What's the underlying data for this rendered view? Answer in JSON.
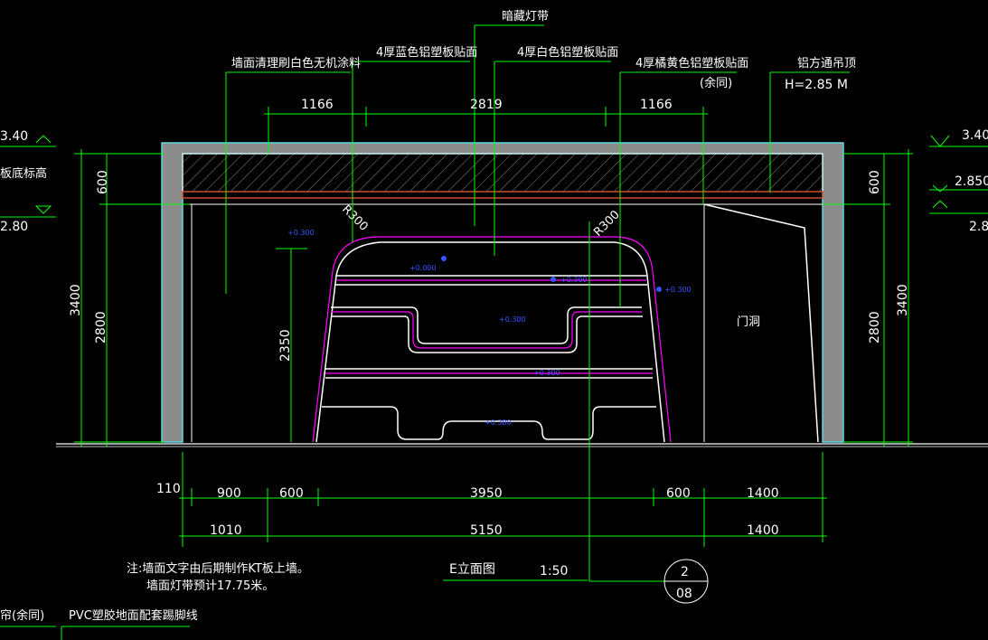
{
  "labels": {
    "hidden_light": "暗藏灯带",
    "wall_paint": "墙面清理刷白色无机涂料",
    "blue_panel": "4厚蓝色铝塑板贴面",
    "white_panel": "4厚白色铝塑板贴面",
    "orange_panel": "4厚橘黄色铝塑板贴面",
    "orange_panel_sub": "(余同)",
    "ceiling": "铝方通吊顶",
    "ceiling_height": "H=2.85 M",
    "door_hole": "门洞",
    "radius_left": "R300",
    "radius_right": "R300",
    "level_left_top": "3.40",
    "level_left_sub": "板底标高",
    "level_left_bottom": "2.80",
    "level_right_top": "3.40",
    "level_right_mid": "2.850",
    "level_right_bottom": "2.8"
  },
  "dims": {
    "top": [
      "1166",
      "2819",
      "1166"
    ],
    "left_outer": [
      "600",
      "3400"
    ],
    "left_inner": "2800",
    "left_panel": "2350",
    "right_outer": [
      "600",
      "3400"
    ],
    "right_inner": "2800",
    "bottom_row1": [
      "110",
      "900",
      "600",
      "3950",
      "600",
      "1400"
    ],
    "bottom_row2": [
      "1010",
      "5150",
      "1400"
    ]
  },
  "elevations": [
    "+0.300",
    "+0.000",
    "+0.300",
    "+0.300",
    "+0.300",
    "+0.300",
    "+0.300"
  ],
  "notes": {
    "line1": "注:墙面文字由后期制作KT板上墙。",
    "line2": "墙面灯带预计17.75米。"
  },
  "title": {
    "name": "E立面图",
    "scale": "1:50",
    "index_top": "2",
    "index_bottom": "08"
  },
  "footer": {
    "left": "帘(余同)",
    "right": "PVC塑胶地面配套踢脚线"
  },
  "colors": {
    "line_green": "#00ff00",
    "line_white": "#ffffff",
    "light_magenta": "#ff00ff",
    "wall_cyan": "#5fd7e0",
    "wall_fill": "#8c8c8c",
    "beam_red": "#d04a2a"
  }
}
